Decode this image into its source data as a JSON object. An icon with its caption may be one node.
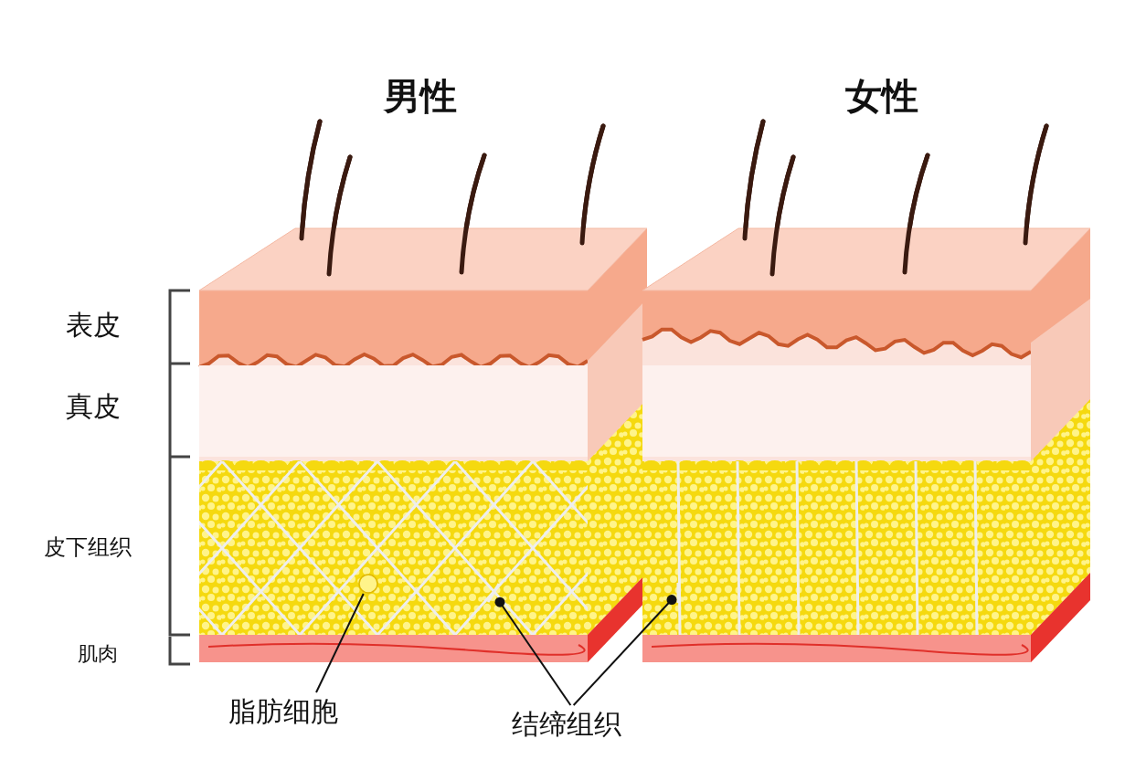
{
  "diagram": {
    "nodes": [
      {
        "text": [
          "男性"
        ]
      },
      {
        "text": [
          "女性"
        ]
      },
      {
        "text": [
          "脂肪细胞"
        ]
      },
      {
        "text": [],
        "shape": "circle",
        "in": 0
      },
      {
        "text": [
          "结缔组织"
        ]
      },
      {
        "text": [],
        "shape": "picture",
        "in": 0
      },
      {
        "text": [],
        "shape": "picture"
      }
    ],
    "edges": [
      {
        "from": 2,
        "to": 3,
        "arrow": "none"
      },
      {
        "from": 4,
        "to": 5,
        "arrow": "other"
      },
      {
        "from": 4,
        "to": 6,
        "arrow": "other"
      }
    ],
    "labels": [
      "表皮",
      "真皮",
      "皮下组织",
      "肌肉"
    ]
  }
}
